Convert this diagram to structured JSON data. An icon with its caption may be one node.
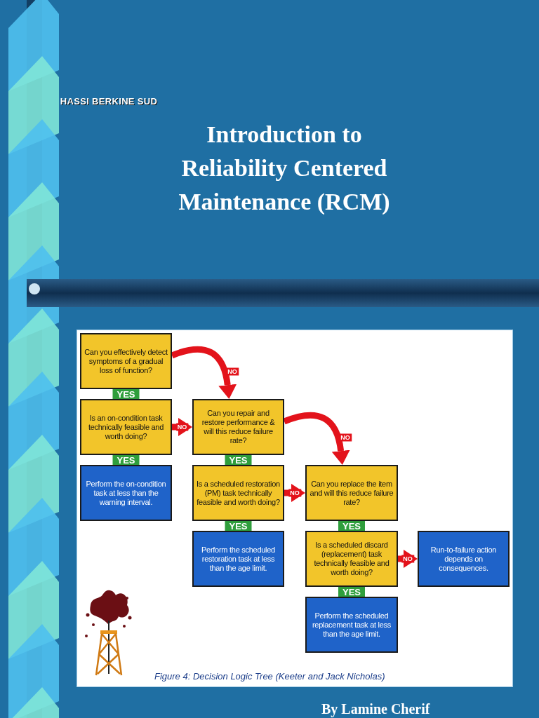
{
  "diagram": {
    "title": "Introduction to Reliability Centered Maintenance (RCM)",
    "caption": "Figure 4: Decision Logic Tree (Keeter and Jack Nicholas)",
    "nodes": [
      {
        "text": [
          "Can you effectively detect symptoms of a gradual loss of function?"
        ]
      },
      {
        "text": [
          "Is an on-condition task technically feasible and worth doing?"
        ]
      },
      {
        "text": [
          "Perform the on-condition task at less than the warning interval."
        ]
      },
      {
        "text": [
          "Can you repair and restore performance & will this reduce failure rate?"
        ]
      },
      {
        "text": [
          "Is a scheduled restoration (PM) task technically feasible and worth doing?"
        ]
      },
      {
        "text": [
          "Perform the scheduled restoration task at less than the age limit."
        ]
      },
      {
        "text": [
          "Can you replace the item and will this reduce failure rate?"
        ]
      },
      {
        "text": [
          "Is a scheduled discard (replacement) task technically feasible and worth doing?"
        ]
      },
      {
        "text": [
          "Perform the scheduled replacement task at less than the age limit."
        ]
      },
      {
        "text": [
          "Run-to-failure action depends on consequences."
        ]
      }
    ],
    "edges": [
      {
        "from": 0,
        "to": 1,
        "arrow": "none",
        "label": "YES",
        "color": "#2f9e3c"
      },
      {
        "from": 0,
        "to": 3,
        "arrow": "to",
        "label": "NO",
        "color": "#e3131b"
      },
      {
        "from": 1,
        "to": 2,
        "arrow": "none",
        "label": "YES",
        "color": "#2f9e3c"
      },
      {
        "from": 1,
        "to": 3,
        "arrow": "to",
        "label": "NO",
        "color": "#e3131b"
      },
      {
        "from": 3,
        "to": 4,
        "arrow": "none",
        "label": "YES",
        "color": "#2f9e3c"
      },
      {
        "from": 3,
        "to": 6,
        "arrow": "to",
        "label": "NO",
        "color": "#e3131b"
      },
      {
        "from": 4,
        "to": 5,
        "arrow": "none",
        "label": "YES",
        "color": "#2f9e3c"
      },
      {
        "from": 4,
        "to": 6,
        "arrow": "to",
        "label": "NO",
        "color": "#e3131b"
      },
      {
        "from": 6,
        "to": 7,
        "arrow": "none",
        "label": "YES",
        "color": "#2f9e3c"
      },
      {
        "from": 7,
        "to": 8,
        "arrow": "none",
        "label": "YES",
        "color": "#2f9e3c"
      },
      {
        "from": 7,
        "to": 9,
        "arrow": "to",
        "label": "NO",
        "color": "#e3131b"
      }
    ],
    "labels": [
      "HASSI BERKINE SUD",
      "By Lamine Cherif"
    ]
  }
}
